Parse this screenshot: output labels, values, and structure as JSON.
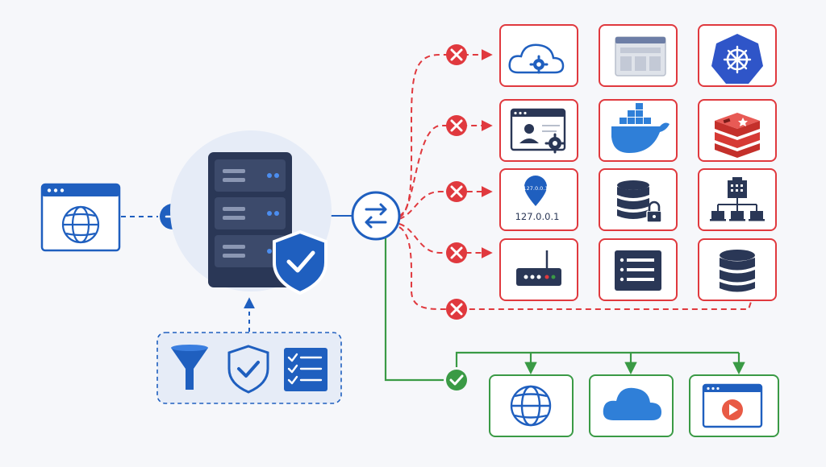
{
  "colors": {
    "background": "#f6f7fa",
    "navy": "#2a3756",
    "blue": "#1f5fbf",
    "light_blue": "#3a7ee0",
    "blocked_red": "#e0393e",
    "allowed_green": "#3a9a45",
    "docker_blue": "#2f7fd8",
    "redis_red": "#d63a35",
    "k8s_blue": "#2f55c8"
  },
  "source": {
    "icon": "browser-globe-icon"
  },
  "server": {
    "icon": "server-rack-icon",
    "badge_icon": "shield-check-icon"
  },
  "switch_node": {
    "icon": "swap-arrows-icon"
  },
  "policy_box": {
    "icons": [
      "funnel-filter-icon",
      "shield-check-icon",
      "checklist-icon"
    ]
  },
  "blocked_targets": [
    {
      "row": 1,
      "icons": [
        "cloud-gear-icon",
        "web-panel-icon",
        "kubernetes-icon"
      ]
    },
    {
      "row": 2,
      "icons": [
        "admin-user-settings-icon",
        "docker-whale-icon",
        "redis-stack-icon"
      ]
    },
    {
      "row": 3,
      "icons": [
        "localhost-pin-icon",
        "database-lock-icon",
        "network-tree-icon"
      ]
    },
    {
      "row": 4,
      "icons": [
        "router-icon",
        "list-server-icon",
        "database-icon"
      ]
    }
  ],
  "localhost": {
    "pin_label": "127.0.0.1",
    "caption": "127.0.0.1"
  },
  "allowed_targets": {
    "icons": [
      "globe-icon",
      "cloud-icon",
      "video-player-icon"
    ]
  },
  "status_markers": {
    "blocked_icon": "x-circle-icon",
    "allowed_icon": "check-circle-icon"
  }
}
